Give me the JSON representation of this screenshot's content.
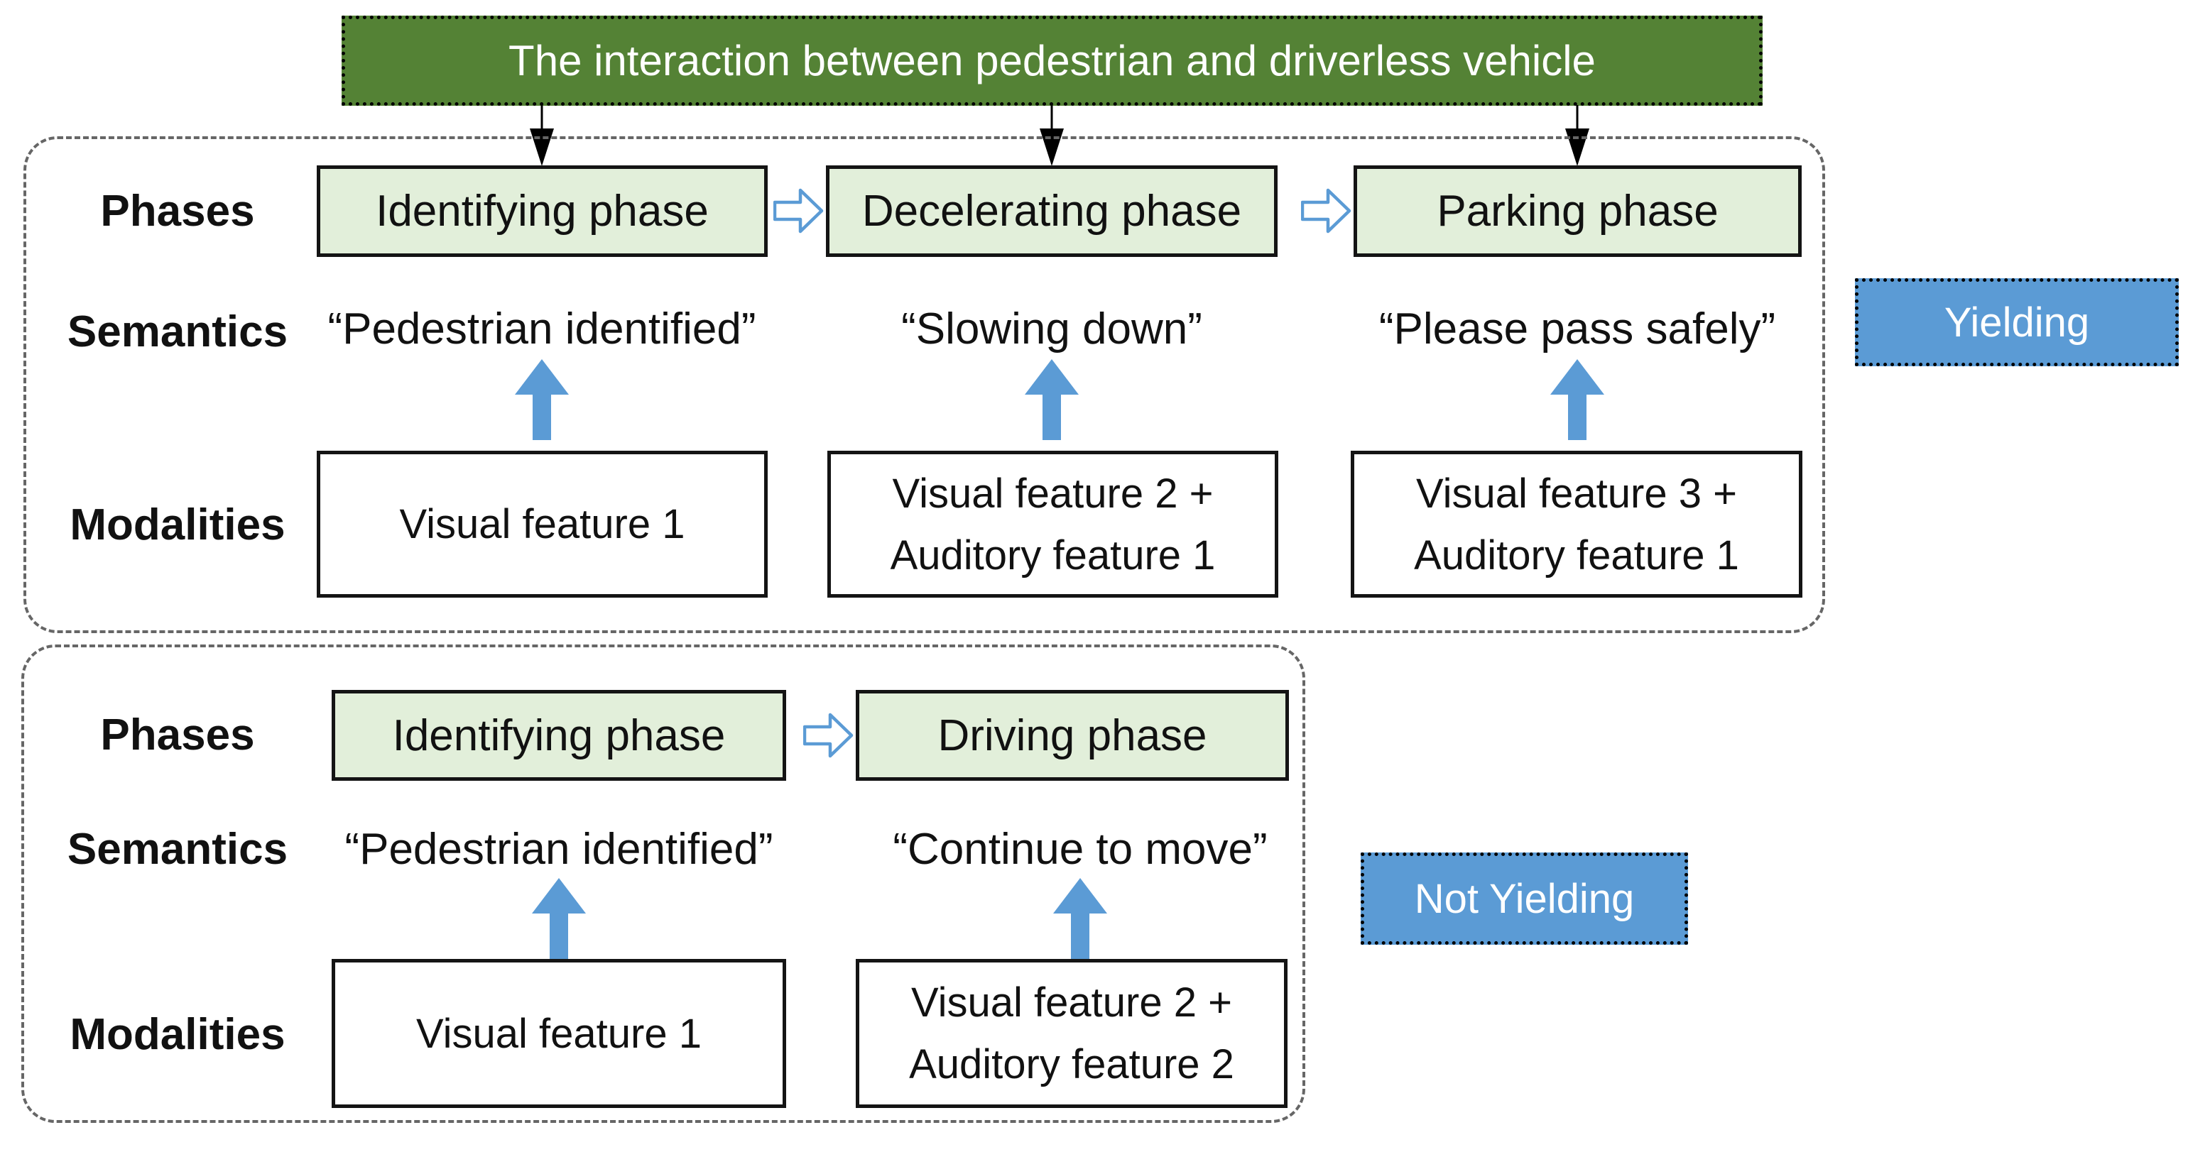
{
  "title": {
    "label": "The interaction between pedestrian and driverless vehicle"
  },
  "row_labels": {
    "phases": "Phases",
    "semantics": "Semantics",
    "modalities": "Modalities"
  },
  "yielding": {
    "tag": "Yielding",
    "phases": [
      "Identifying phase",
      "Decelerating phase",
      "Parking phase"
    ],
    "semantics": [
      "“Pedestrian identified”",
      "“Slowing down”",
      "“Please pass safely”"
    ],
    "modalities": [
      [
        "Visual feature 1"
      ],
      [
        "Visual feature 2 +",
        "Auditory feature 1"
      ],
      [
        "Visual feature 3 +",
        "Auditory feature 1"
      ]
    ]
  },
  "not_yielding": {
    "tag": "Not Yielding",
    "phases": [
      "Identifying phase",
      "Driving phase"
    ],
    "semantics": [
      "“Pedestrian identified”",
      "“Continue to move”"
    ],
    "modalities": [
      [
        "Visual feature 1"
      ],
      [
        "Visual feature 2 +",
        "Auditory feature 2"
      ]
    ]
  },
  "colors": {
    "title_green": "#548235",
    "phase_fill": "#E2EFDA",
    "accent_blue": "#5B9BD5",
    "dash_border": "#666666",
    "text": "#111111"
  }
}
